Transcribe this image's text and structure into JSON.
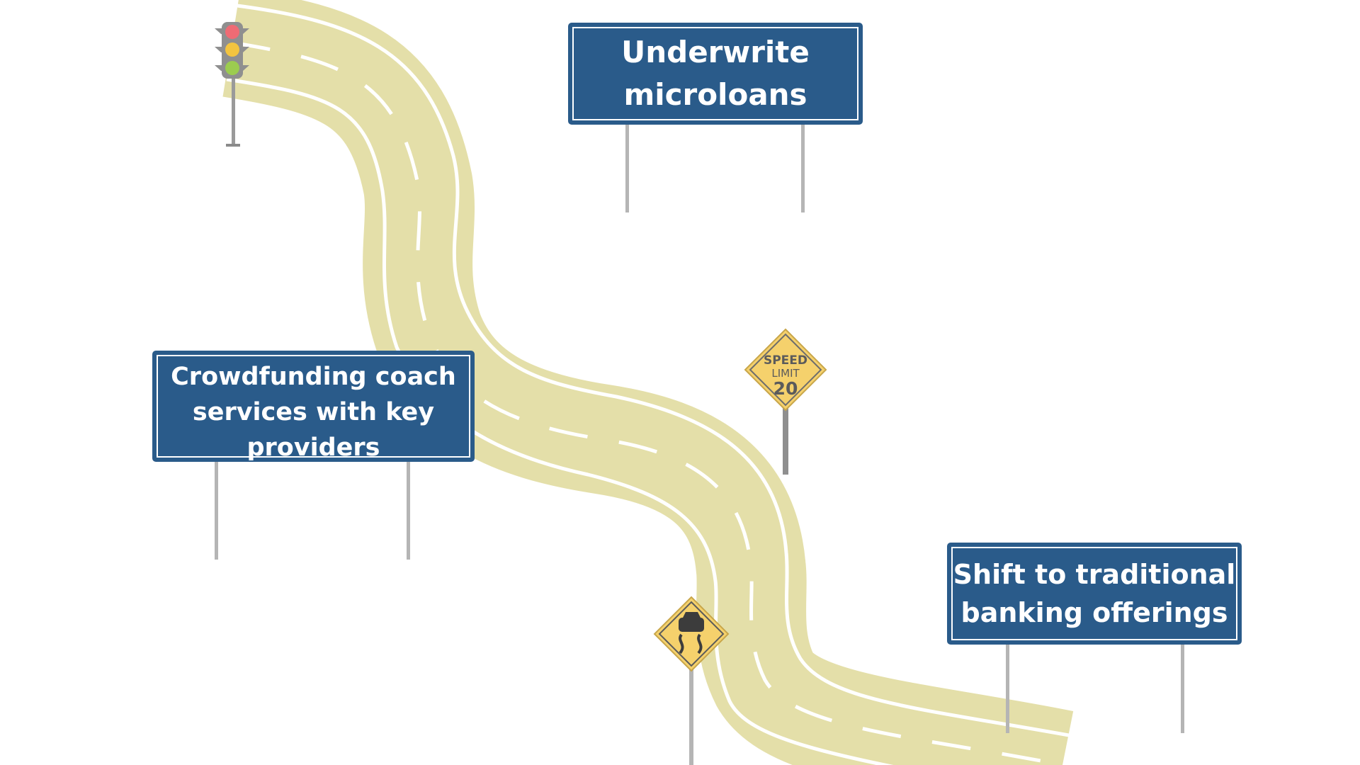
{
  "signs": {
    "microloans": {
      "line1": "Underwrite",
      "line2": "microloans"
    },
    "crowdfunding": {
      "line1": "Crowdfunding coach",
      "line2": "services with key",
      "line3": "providers"
    },
    "banking": {
      "line1": "Shift to traditional",
      "line2": "banking offerings"
    }
  },
  "speed_sign": {
    "line1": "SPEED",
    "line2": "LIMIT",
    "value": "20"
  },
  "colors": {
    "road": "#e4dfa9",
    "road_line": "#ffffff",
    "sign_blue": "#2a5b8a",
    "warning_yellow": "#f5d16c",
    "post_gray": "#9a9a9a",
    "light_red": "#ef6b74",
    "light_yellow": "#f3c43f",
    "light_green": "#9ccc4f"
  },
  "icons": [
    "traffic-light-icon",
    "speed-limit-sign-icon",
    "slippery-road-sign-icon",
    "road"
  ]
}
